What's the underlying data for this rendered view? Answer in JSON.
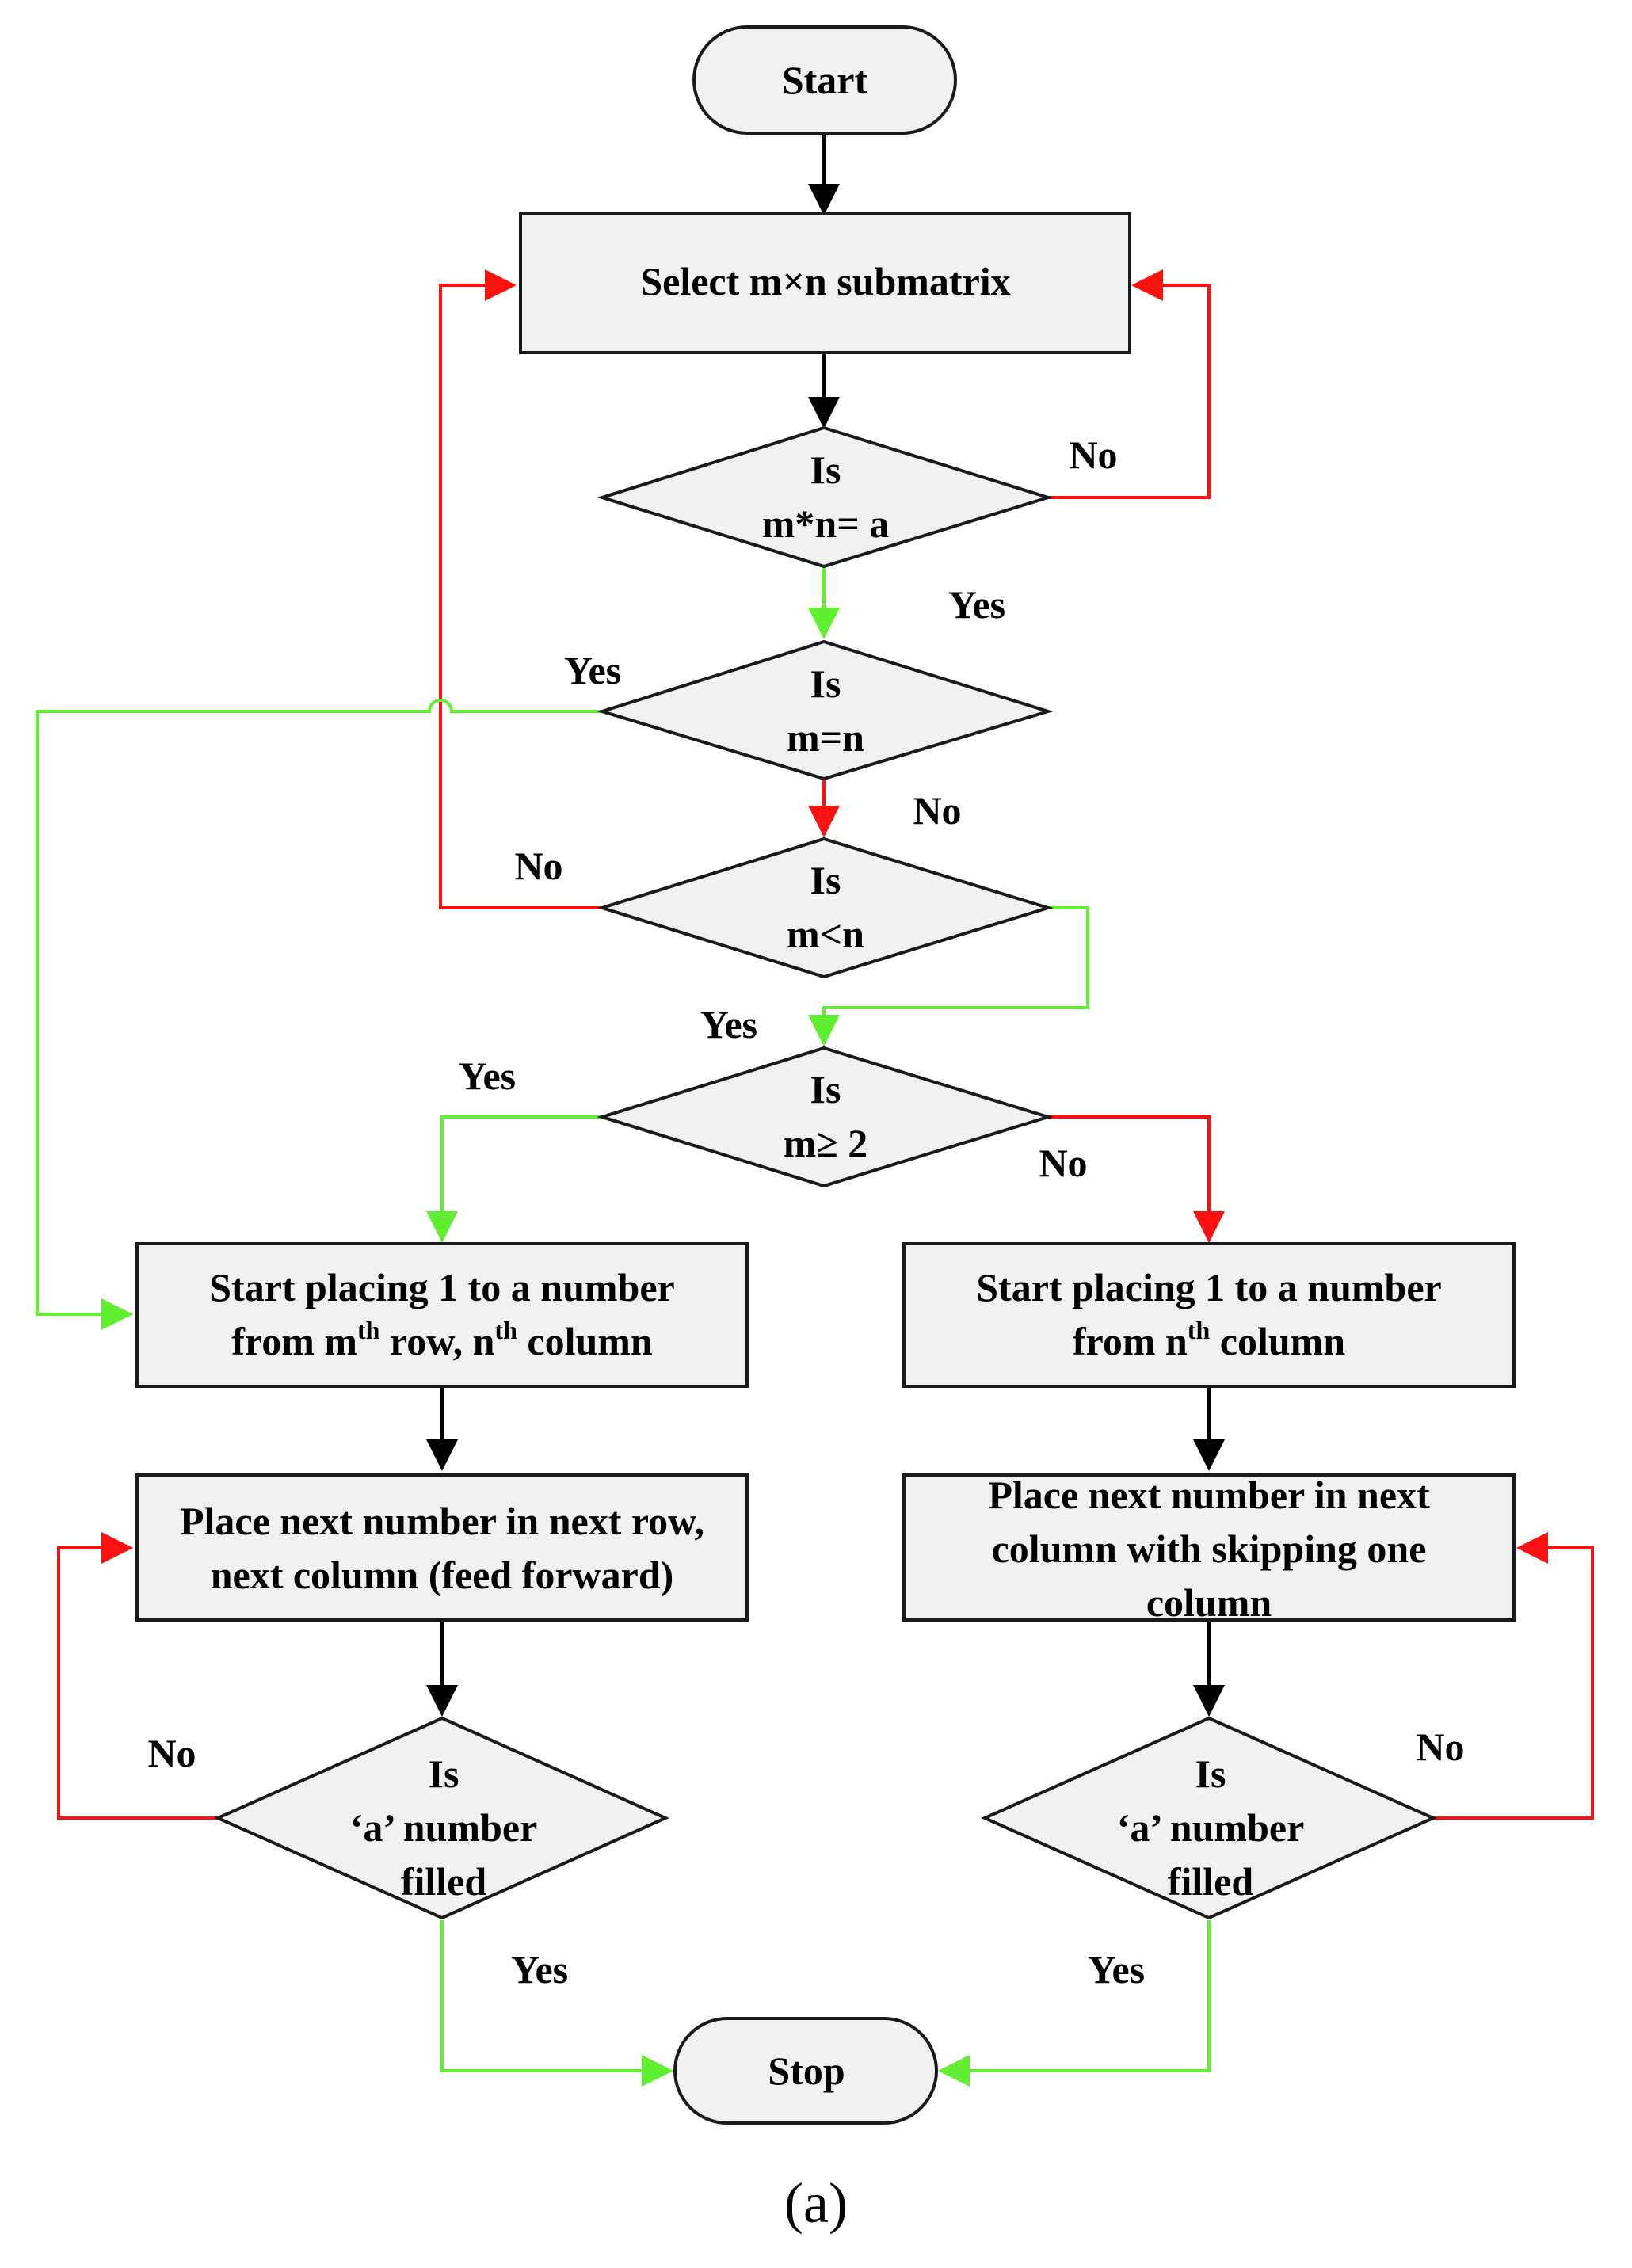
{
  "nodes": {
    "start": "Start",
    "select": "Select m×n submatrix",
    "d1": {
      "line1": "Is",
      "line2": "m*n= a"
    },
    "d2": {
      "line1": "Is",
      "line2": "m=n"
    },
    "d3": {
      "line1": "Is",
      "line2": "m<n"
    },
    "d4": {
      "line1": "Is",
      "line2": "m≥ 2"
    },
    "left_box": {
      "line1": "Start placing 1 to a number",
      "l2_a": "from m",
      "l2_sup1": "th",
      "l2_b": " row, n",
      "l2_sup2": "th",
      "l2_c": " column"
    },
    "right_box": {
      "line1": "Start placing 1 to a number",
      "l2_a": "from n",
      "l2_sup1": "th",
      "l2_b": " column"
    },
    "left_place": {
      "line1": "Place next number in next row,",
      "line2": "next column (feed forward)"
    },
    "right_place": {
      "line1": "Place next number in next",
      "line2": "column with skipping one",
      "line3": "column"
    },
    "left_check": {
      "line1": "Is",
      "line2": "‘a’ number",
      "line3": "filled"
    },
    "right_check": {
      "line1": "Is",
      "line2": "‘a’ number",
      "line3": "filled"
    },
    "stop": "Stop"
  },
  "edge_labels": {
    "d1_no": "No",
    "d1_yes": "Yes",
    "d2_yes": "Yes",
    "d2_no": "No",
    "d3_no": "No",
    "d3_yes": "Yes",
    "d4_yes": "Yes",
    "d4_no": "No",
    "left_no": "No",
    "left_yes": "Yes",
    "right_no": "No",
    "right_yes": "Yes"
  },
  "caption": "(a)",
  "colors": {
    "yes": "#60ee30",
    "no": "#ff1010",
    "flow": "#000000",
    "node_fill": "#f0f0f0"
  }
}
